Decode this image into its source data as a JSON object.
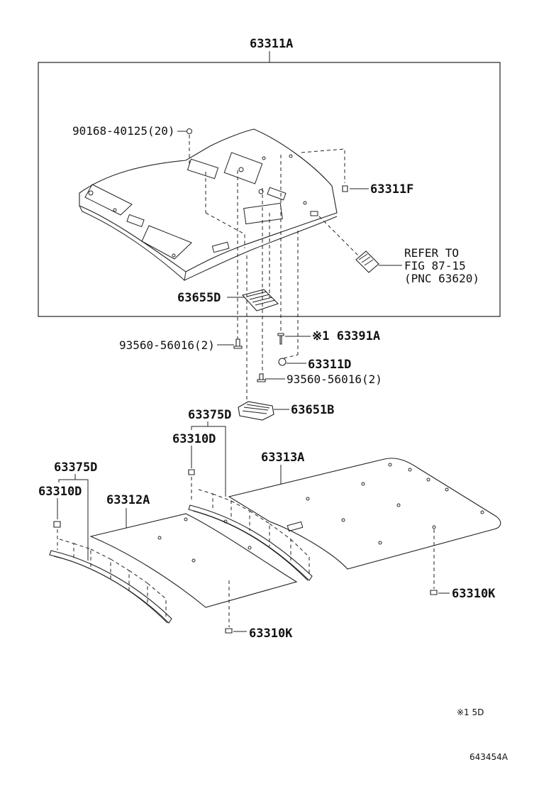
{
  "labels": {
    "headlining_assy": "63311A",
    "screw_90168": "90168-40125(20)",
    "part_63311F": "63311F",
    "refer_line1": "REFER TO",
    "refer_line2": "FIG 87-15",
    "refer_line3": "(PNC 63620)",
    "part_63655D": "63655D",
    "clip_93560_a": "93560-56016(2)",
    "part_63391A": "※1 63391A",
    "part_63311D": "63311D",
    "clip_93560_b": "93560-56016(2)",
    "part_63651B": "63651B",
    "part_63375D_a": "63375D",
    "part_63310D_a": "63310D",
    "part_63313A": "63313A",
    "part_63375D_b": "63375D",
    "part_63310D_b": "63310D",
    "part_63312A": "63312A",
    "part_63310K_a": "63310K",
    "part_63310K_b": "63310K",
    "footnote": "※1 5D",
    "figure_id": "643454A"
  }
}
